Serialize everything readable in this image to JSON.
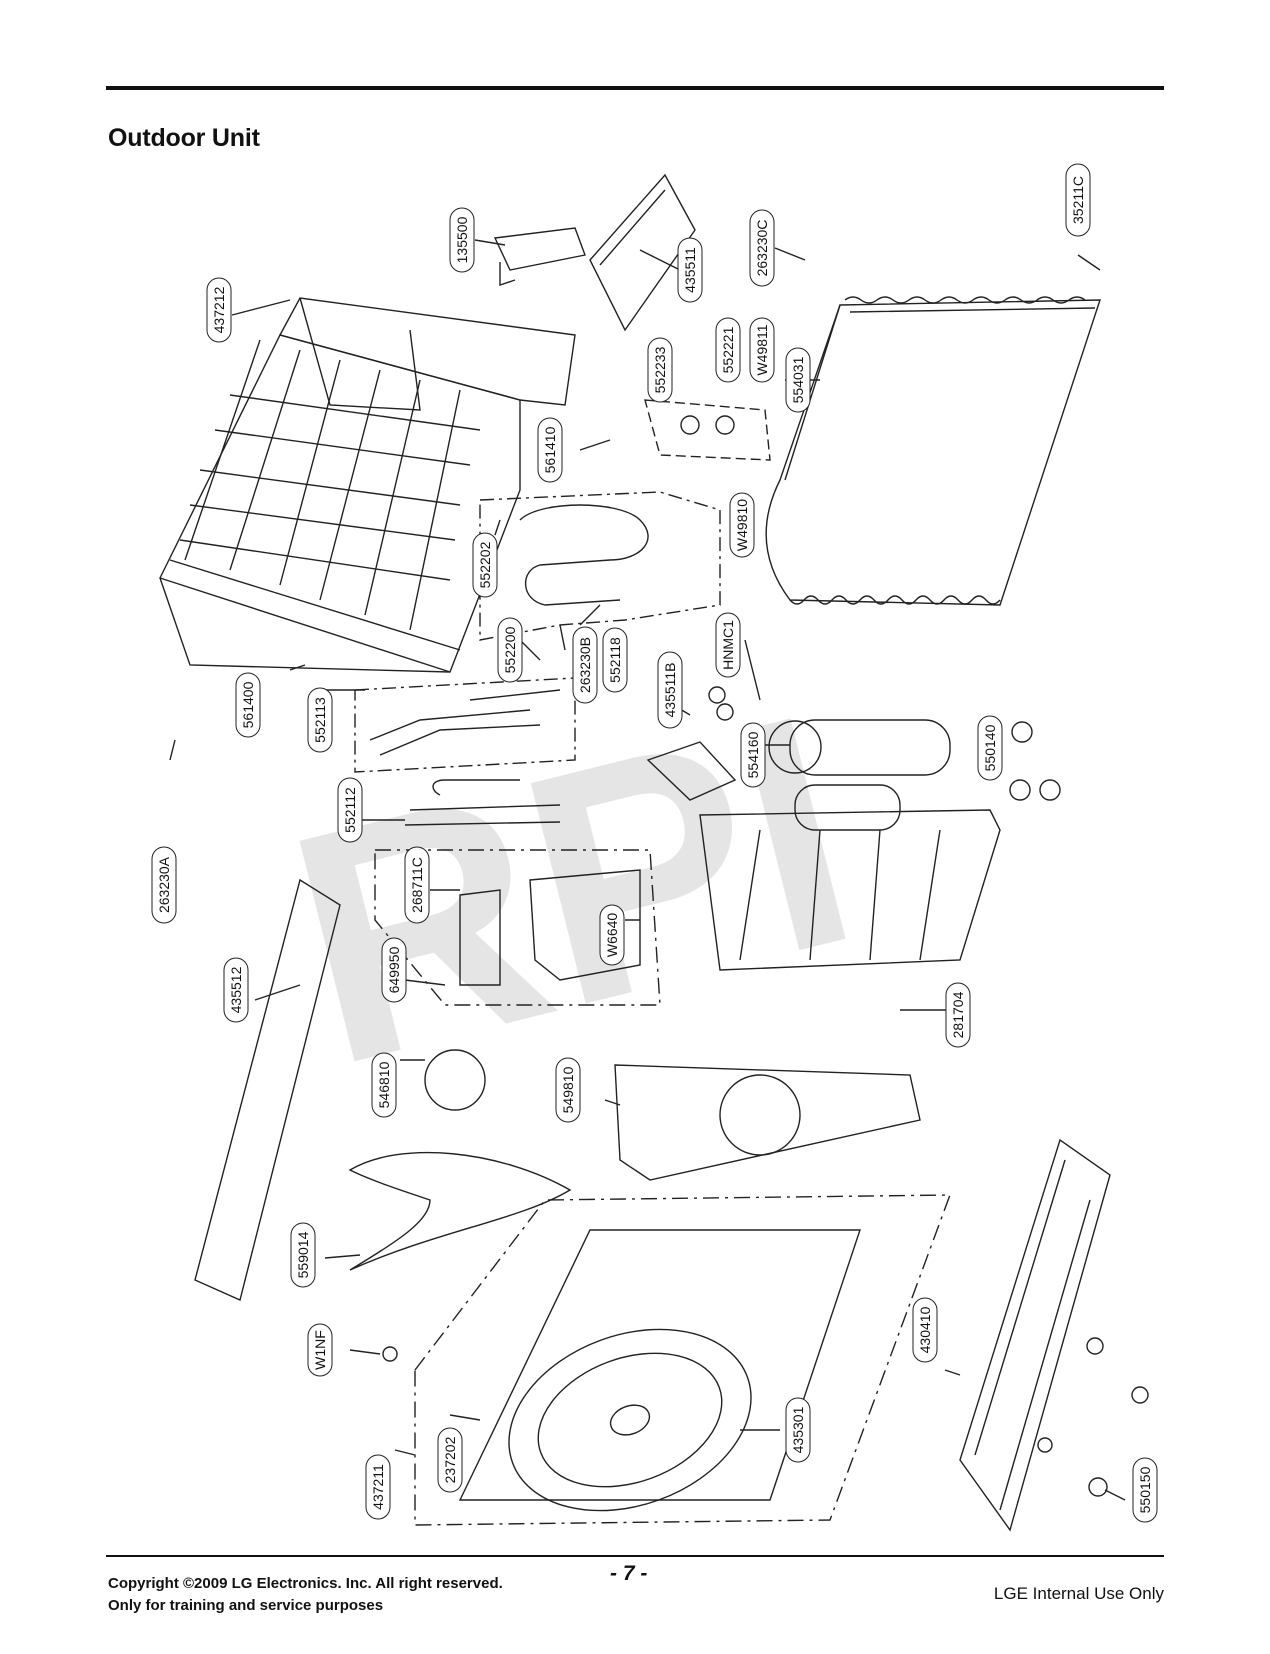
{
  "page": {
    "title": "Outdoor Unit",
    "page_number": "- 7 -",
    "copyright": "Copyright ©2009 LG Electronics. Inc. All right reserved.",
    "training_note": "Only for training and service purposes",
    "internal_note": "LGE Internal Use Only",
    "watermark": "RPI"
  },
  "parts": [
    {
      "code": "435511"
    },
    {
      "code": "135500"
    },
    {
      "code": "437212"
    },
    {
      "code": "263230C"
    },
    {
      "code": "35211C"
    },
    {
      "code": "552233"
    },
    {
      "code": "552221"
    },
    {
      "code": "W49811"
    },
    {
      "code": "554031"
    },
    {
      "code": "561410"
    },
    {
      "code": "W49810"
    },
    {
      "code": "552202"
    },
    {
      "code": "552200"
    },
    {
      "code": "263230B"
    },
    {
      "code": "552118"
    },
    {
      "code": "HNMC1"
    },
    {
      "code": "435511B"
    },
    {
      "code": "561400"
    },
    {
      "code": "552113"
    },
    {
      "code": "554160"
    },
    {
      "code": "550140"
    },
    {
      "code": "552112"
    },
    {
      "code": "263230A"
    },
    {
      "code": "268711C"
    },
    {
      "code": "649950"
    },
    {
      "code": "W6640"
    },
    {
      "code": "435512"
    },
    {
      "code": "281704"
    },
    {
      "code": "546810"
    },
    {
      "code": "549810"
    },
    {
      "code": "559014"
    },
    {
      "code": "430410"
    },
    {
      "code": "W1NF"
    },
    {
      "code": "237202"
    },
    {
      "code": "435301"
    },
    {
      "code": "437211"
    },
    {
      "code": "550150"
    }
  ]
}
